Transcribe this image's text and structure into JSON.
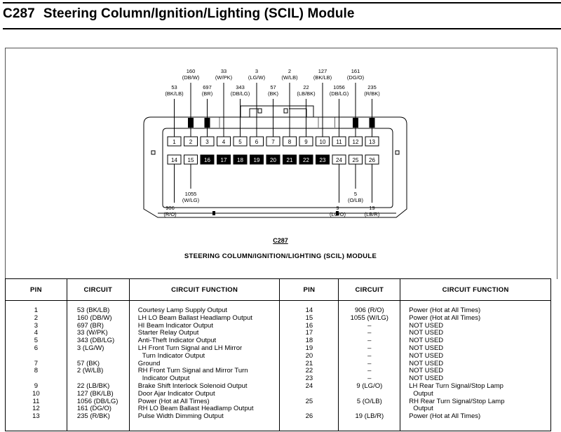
{
  "header": {
    "connector_code": "C287",
    "title": "Steering Column/Ignition/Lighting (SCIL) Module"
  },
  "diagram": {
    "caption_code": "C287",
    "caption_title": "STEERING COLUMN/IGNITION/LIGHTING (SCIL) MODULE",
    "top_row_pins": [
      "1",
      "2",
      "3",
      "4",
      "5",
      "6",
      "7",
      "8",
      "9",
      "10",
      "11",
      "12",
      "13"
    ],
    "bottom_row_pins": [
      {
        "pin": "14",
        "used": true
      },
      {
        "pin": "15",
        "used": true
      },
      {
        "pin": "16",
        "used": false
      },
      {
        "pin": "17",
        "used": false
      },
      {
        "pin": "18",
        "used": false
      },
      {
        "pin": "19",
        "used": false
      },
      {
        "pin": "20",
        "used": false
      },
      {
        "pin": "21",
        "used": false
      },
      {
        "pin": "22",
        "used": false
      },
      {
        "pin": "23",
        "used": false
      },
      {
        "pin": "24",
        "used": true
      },
      {
        "pin": "25",
        "used": true
      },
      {
        "pin": "26",
        "used": true
      }
    ],
    "top_wire_labels": [
      {
        "pin": "1",
        "circuit": "53",
        "color": "(BK/LB)",
        "level": "low"
      },
      {
        "pin": "2",
        "circuit": "160",
        "color": "(DB/W)",
        "level": "high"
      },
      {
        "pin": "3",
        "circuit": "697",
        "color": "(BR)",
        "level": "low"
      },
      {
        "pin": "4",
        "circuit": "33",
        "color": "(W/PK)",
        "level": "high"
      },
      {
        "pin": "5",
        "circuit": "343",
        "color": "(DB/LG)",
        "level": "low"
      },
      {
        "pin": "6",
        "circuit": "3",
        "color": "(LG/W)",
        "level": "high"
      },
      {
        "pin": "7",
        "circuit": "57",
        "color": "(BK)",
        "level": "low"
      },
      {
        "pin": "8",
        "circuit": "2",
        "color": "(W/LB)",
        "level": "high"
      },
      {
        "pin": "9",
        "circuit": "22",
        "color": "(LB/BK)",
        "level": "low"
      },
      {
        "pin": "10",
        "circuit": "127",
        "color": "(BK/LB)",
        "level": "high"
      },
      {
        "pin": "11",
        "circuit": "1056",
        "color": "(DB/LG)",
        "level": "low"
      },
      {
        "pin": "12",
        "circuit": "161",
        "color": "(DG/O)",
        "level": "high"
      },
      {
        "pin": "13",
        "circuit": "235",
        "color": "(R/BK)",
        "level": "low"
      }
    ],
    "bottom_wire_labels": [
      {
        "pin": "14",
        "circuit": "906",
        "color": "(R/O)",
        "level": "low"
      },
      {
        "pin": "15",
        "circuit": "1055",
        "color": "(W/LG)",
        "level": "high"
      },
      {
        "pin": "24",
        "circuit": "9",
        "color": "(LG/O)",
        "level": "low"
      },
      {
        "pin": "25",
        "circuit": "5",
        "color": "(O/LB)",
        "level": "high"
      },
      {
        "pin": "26",
        "circuit": "19",
        "color": "(LB/R)",
        "level": "low"
      }
    ]
  },
  "table": {
    "headers": [
      "PIN",
      "CIRCUIT",
      "CIRCUIT FUNCTION",
      "PIN",
      "CIRCUIT",
      "CIRCUIT FUNCTION"
    ],
    "left_rows": [
      {
        "pin": "1",
        "circuit": "53 (BK/LB)",
        "function": [
          "Courtesy Lamp Supply Output"
        ]
      },
      {
        "pin": "2",
        "circuit": "160 (DB/W)",
        "function": [
          "LH LO Beam Ballast Headlamp Output"
        ]
      },
      {
        "pin": "3",
        "circuit": "697 (BR)",
        "function": [
          "HI Beam Indicator Output"
        ]
      },
      {
        "pin": "4",
        "circuit": "33 (W/PK)",
        "function": [
          "Starter Relay Output"
        ]
      },
      {
        "pin": "5",
        "circuit": "343 (DB/LG)",
        "function": [
          "Anti-Theft Indicator Output"
        ]
      },
      {
        "pin": "6",
        "circuit": "3 (LG/W)",
        "function": [
          "LH Front Turn Signal and LH Mirror",
          "Turn Indicator Output"
        ]
      },
      {
        "pin": "7",
        "circuit": "57 (BK)",
        "function": [
          "Ground"
        ]
      },
      {
        "pin": "8",
        "circuit": "2 (W/LB)",
        "function": [
          "RH Front Turn Signal and Mirror Turn",
          "Indicator Output"
        ]
      },
      {
        "pin": "9",
        "circuit": "22 (LB/BK)",
        "function": [
          "Brake Shift Interlock Solenoid Output"
        ]
      },
      {
        "pin": "10",
        "circuit": "127 (BK/LB)",
        "function": [
          "Door Ajar Indicator Output"
        ]
      },
      {
        "pin": "11",
        "circuit": "1056 (DB/LG)",
        "function": [
          "Power (Hot at All Times)"
        ]
      },
      {
        "pin": "12",
        "circuit": "161 (DG/O)",
        "function": [
          "RH LO Beam Ballast Headlamp Output"
        ]
      },
      {
        "pin": "13",
        "circuit": "235 (R/BK)",
        "function": [
          "Pulse Width Dimming Output"
        ]
      }
    ],
    "right_rows": [
      {
        "pin": "14",
        "circuit": "906 (R/O)",
        "function": [
          "Power (Hot at All Times)"
        ]
      },
      {
        "pin": "15",
        "circuit": "1055 (W/LG)",
        "function": [
          "Power (Hot at All Times)"
        ]
      },
      {
        "pin": "16",
        "circuit": "–",
        "function": [
          "NOT USED"
        ]
      },
      {
        "pin": "17",
        "circuit": "–",
        "function": [
          "NOT USED"
        ]
      },
      {
        "pin": "18",
        "circuit": "–",
        "function": [
          "NOT USED"
        ]
      },
      {
        "pin": "19",
        "circuit": "–",
        "function": [
          "NOT USED"
        ]
      },
      {
        "pin": "20",
        "circuit": "–",
        "function": [
          "NOT USED"
        ]
      },
      {
        "pin": "21",
        "circuit": "–",
        "function": [
          "NOT USED"
        ]
      },
      {
        "pin": "22",
        "circuit": "–",
        "function": [
          "NOT USED"
        ]
      },
      {
        "pin": "23",
        "circuit": "–",
        "function": [
          "NOT USED"
        ]
      },
      {
        "pin": "24",
        "circuit": "9 (LG/O)",
        "function": [
          "LH Rear Turn Signal/Stop Lamp",
          "Output"
        ]
      },
      {
        "pin": "25",
        "circuit": "5 (O/LB)",
        "function": [
          "RH Rear Turn Signal/Stop Lamp",
          "Output"
        ]
      },
      {
        "pin": "26",
        "circuit": "19 (LB/R)",
        "function": [
          "Power (Hot at All Times)"
        ]
      }
    ]
  }
}
